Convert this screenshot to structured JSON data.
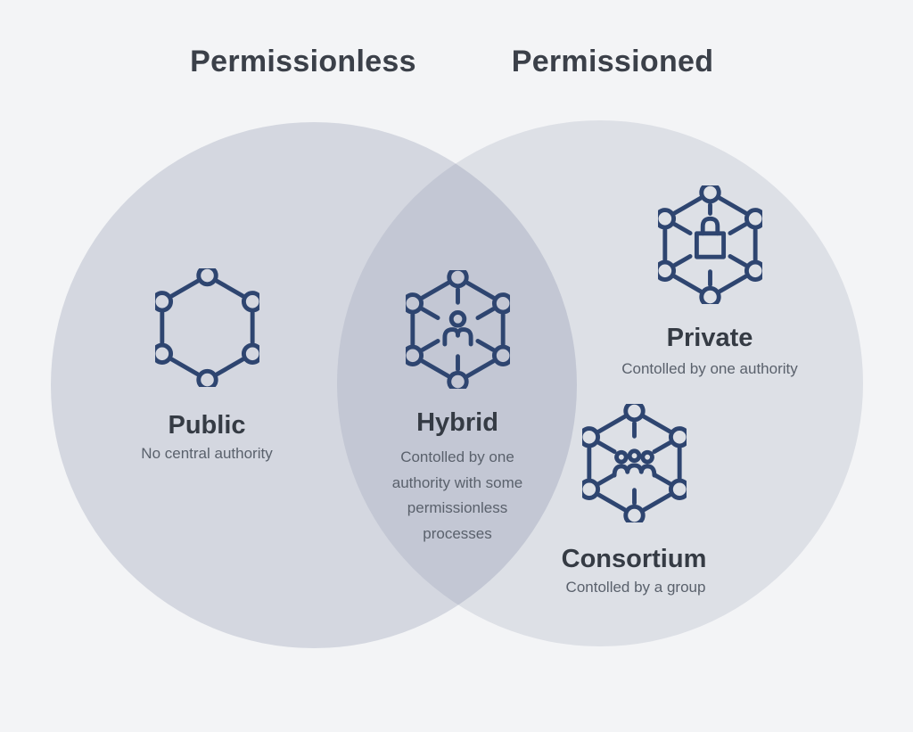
{
  "title": "Permissionless vs Permissioned blockchain Venn diagram",
  "colors": {
    "background": "#f3f4f6",
    "left_circle_fill": "rgba(112,125,155,0.24)",
    "right_circle_fill": "rgba(112,125,155,0.17)",
    "left_circle_observed": "#d4d8e0",
    "right_circle_observed": "#dde0e7",
    "overlap_observed": "#c3c8d4",
    "header_text": "#3b4049",
    "title_text": "#353b44",
    "subtitle_text": "#5a616c",
    "icon_stroke": "#2e4570"
  },
  "headers": {
    "left": "Permissionless",
    "right": "Permissioned"
  },
  "sections": {
    "public": {
      "title": "Public",
      "subtitle": "No central authority",
      "icon": "hexagon-network-icon",
      "region": "permissionless"
    },
    "hybrid": {
      "title": "Hybrid",
      "subtitle_lines": [
        "Contolled by one",
        "authority with some",
        "permissionless",
        "processes"
      ],
      "icon": "hexagon-network-person-icon",
      "region": "overlap"
    },
    "private": {
      "title": "Private",
      "subtitle": "Contolled by one authority",
      "icon": "hexagon-network-lock-icon",
      "region": "permissioned"
    },
    "consortium": {
      "title": "Consortium",
      "subtitle": "Contolled by a group",
      "icon": "hexagon-network-group-icon",
      "region": "permissioned"
    }
  }
}
